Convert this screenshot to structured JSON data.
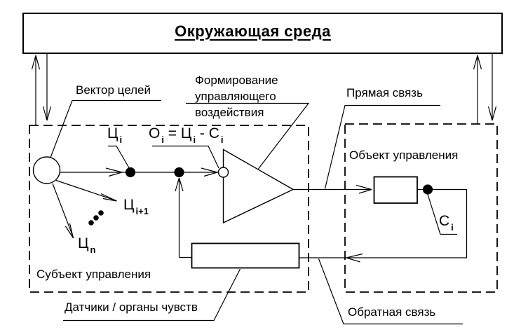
{
  "colors": {
    "ink": "#000000",
    "paper": "#ffffff"
  },
  "environment_box": {
    "title": "Окружающая среда"
  },
  "subject_block": {
    "label": "Субъект управления",
    "goal_vector_label": "Вектор целей",
    "goals": {
      "goal_i": {
        "base": "Ц",
        "sub": "i"
      },
      "goal_i_plus_1": {
        "base": "Ц",
        "sub": "i+1"
      },
      "goal_n": {
        "base": "Ц",
        "sub": "n"
      }
    },
    "error_formula": {
      "p1": "О",
      "s1": "i",
      "p2": " = Ц",
      "s2": "i",
      "p3": " - С",
      "s3": "i"
    }
  },
  "formation_label": {
    "line1": "Формирование",
    "line2": "управляющего",
    "line3": "воздействия"
  },
  "object_block": {
    "label": "Объект управления",
    "state": {
      "base": "С",
      "sub": "i"
    }
  },
  "links": {
    "direct": "Прямая связь",
    "feedback": "Обратная связь",
    "sensors": "Датчики / органы чувств"
  }
}
